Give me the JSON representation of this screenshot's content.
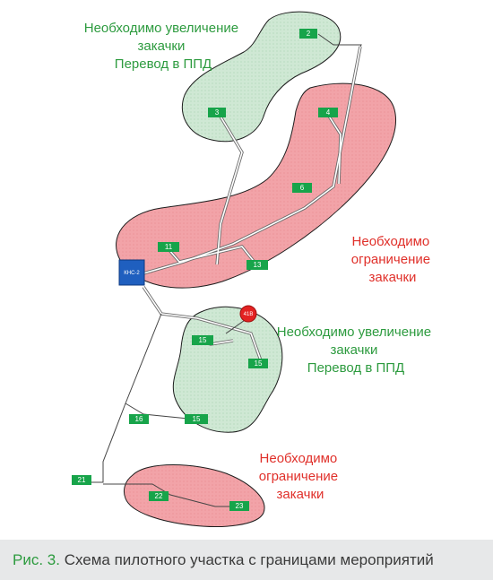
{
  "zones": [
    {
      "id": "z1",
      "kind": "increase",
      "lines": [
        "Необходимо увеличение",
        "закачки",
        "Перевод в ППД"
      ]
    },
    {
      "id": "z2",
      "kind": "limit",
      "lines": [
        "Необходимо",
        "ограничение",
        "закачки"
      ]
    },
    {
      "id": "z3",
      "kind": "increase",
      "lines": [
        "Необходимо увеличение",
        "закачки",
        "Перевод в ППД"
      ]
    },
    {
      "id": "z4",
      "kind": "limit",
      "lines": [
        "Необходимо",
        "ограничение",
        "закачки"
      ]
    }
  ],
  "wells": [
    "2",
    "3",
    "4",
    "6",
    "11",
    "13",
    "15",
    "15",
    "16",
    "15",
    "21",
    "22",
    "23"
  ],
  "station_label": "КНС-2",
  "red_marker_label": "41В",
  "caption": {
    "prefix": "Рис. 3.",
    "text": " Схема пилотного участка с границами мероприятий"
  },
  "colors": {
    "increase_zone": "#cfe8d4",
    "limit_zone": "#f2a3a8",
    "increase_text": "#2d9b3f",
    "limit_text": "#e0302a",
    "well": "#17a44a",
    "station": "#1f5fbf",
    "marker": "#e32222"
  }
}
